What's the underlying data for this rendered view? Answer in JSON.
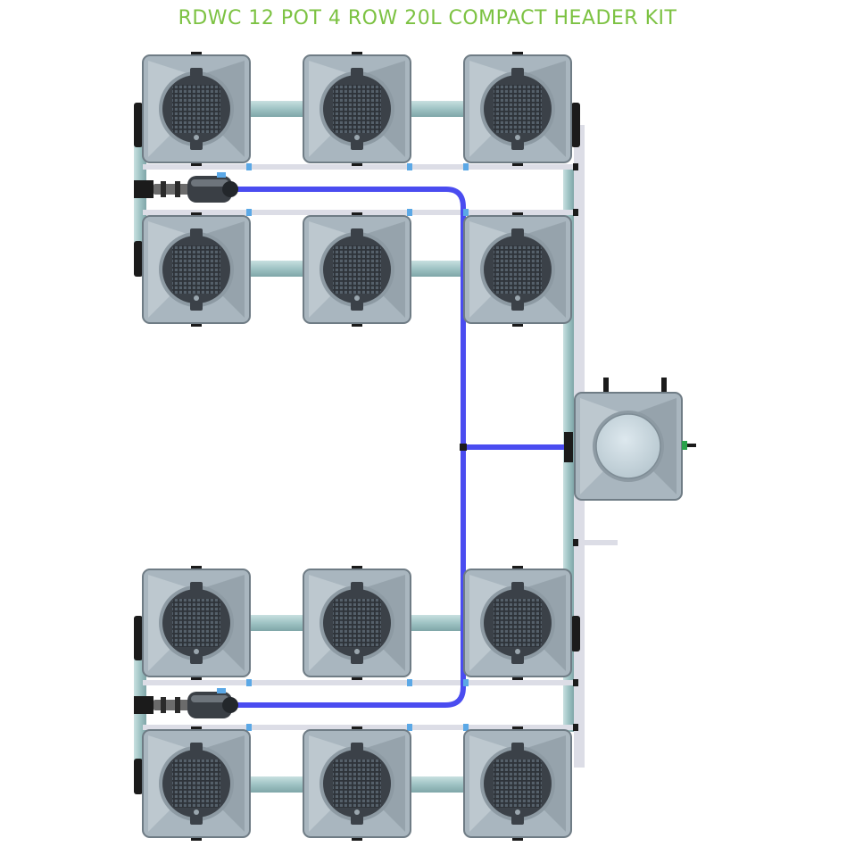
{
  "title": "RDWC 12 POT 4 ROW 20L COMPACT HEADER KIT",
  "colors": {
    "title": "#7cc242",
    "pot_body": "#a9b6bf",
    "pot_edge": "#6f7c85",
    "pot_dark": "#3b4148",
    "pipe": "#9fc3c4",
    "return_pipe": "#dcdde6",
    "pump_line": "#4a4cf0",
    "fitting": "#1b1b1b",
    "fitting_blue": "#5ba8e6",
    "header_lid": "#c9d7de",
    "valve_green": "#2aa14a"
  },
  "components": {
    "pot_count": 12,
    "row_count": 4,
    "pot_volume": "20L",
    "header_tank": "compact",
    "pumps": 2
  }
}
